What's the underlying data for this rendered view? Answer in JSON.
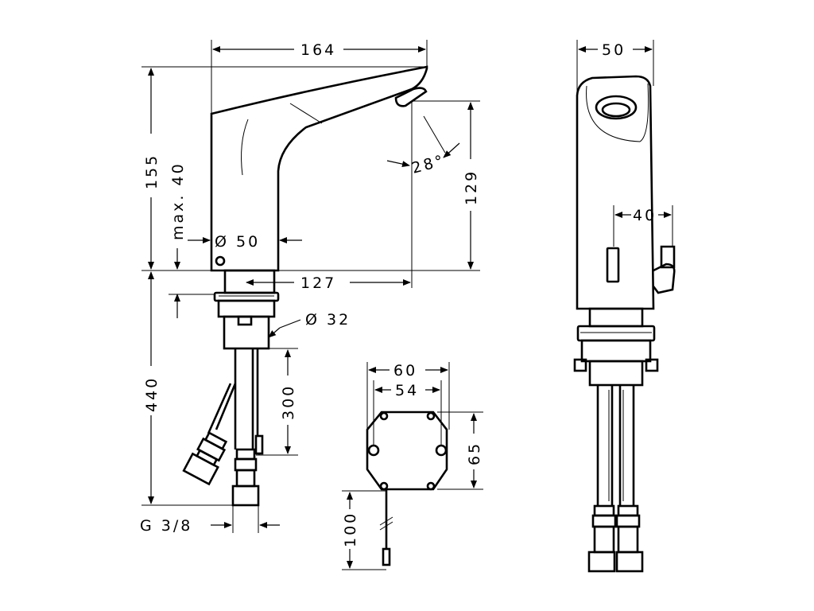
{
  "drawing": {
    "dimensions": {
      "width_164": "164",
      "height_155": "155",
      "height_129": "129",
      "max_40": "max. 40",
      "diameter_50": "Ø 50",
      "reach_127": "127",
      "diameter_32": "Ø 32",
      "hose_440": "440",
      "cable_300": "300",
      "angle_28": "28°",
      "thread": "G 3/8",
      "box_width_60": "60",
      "box_holes_54": "54",
      "box_height_65": "65",
      "cable_100": "100",
      "side_width_50": "50",
      "side_depth_40": "40"
    }
  }
}
